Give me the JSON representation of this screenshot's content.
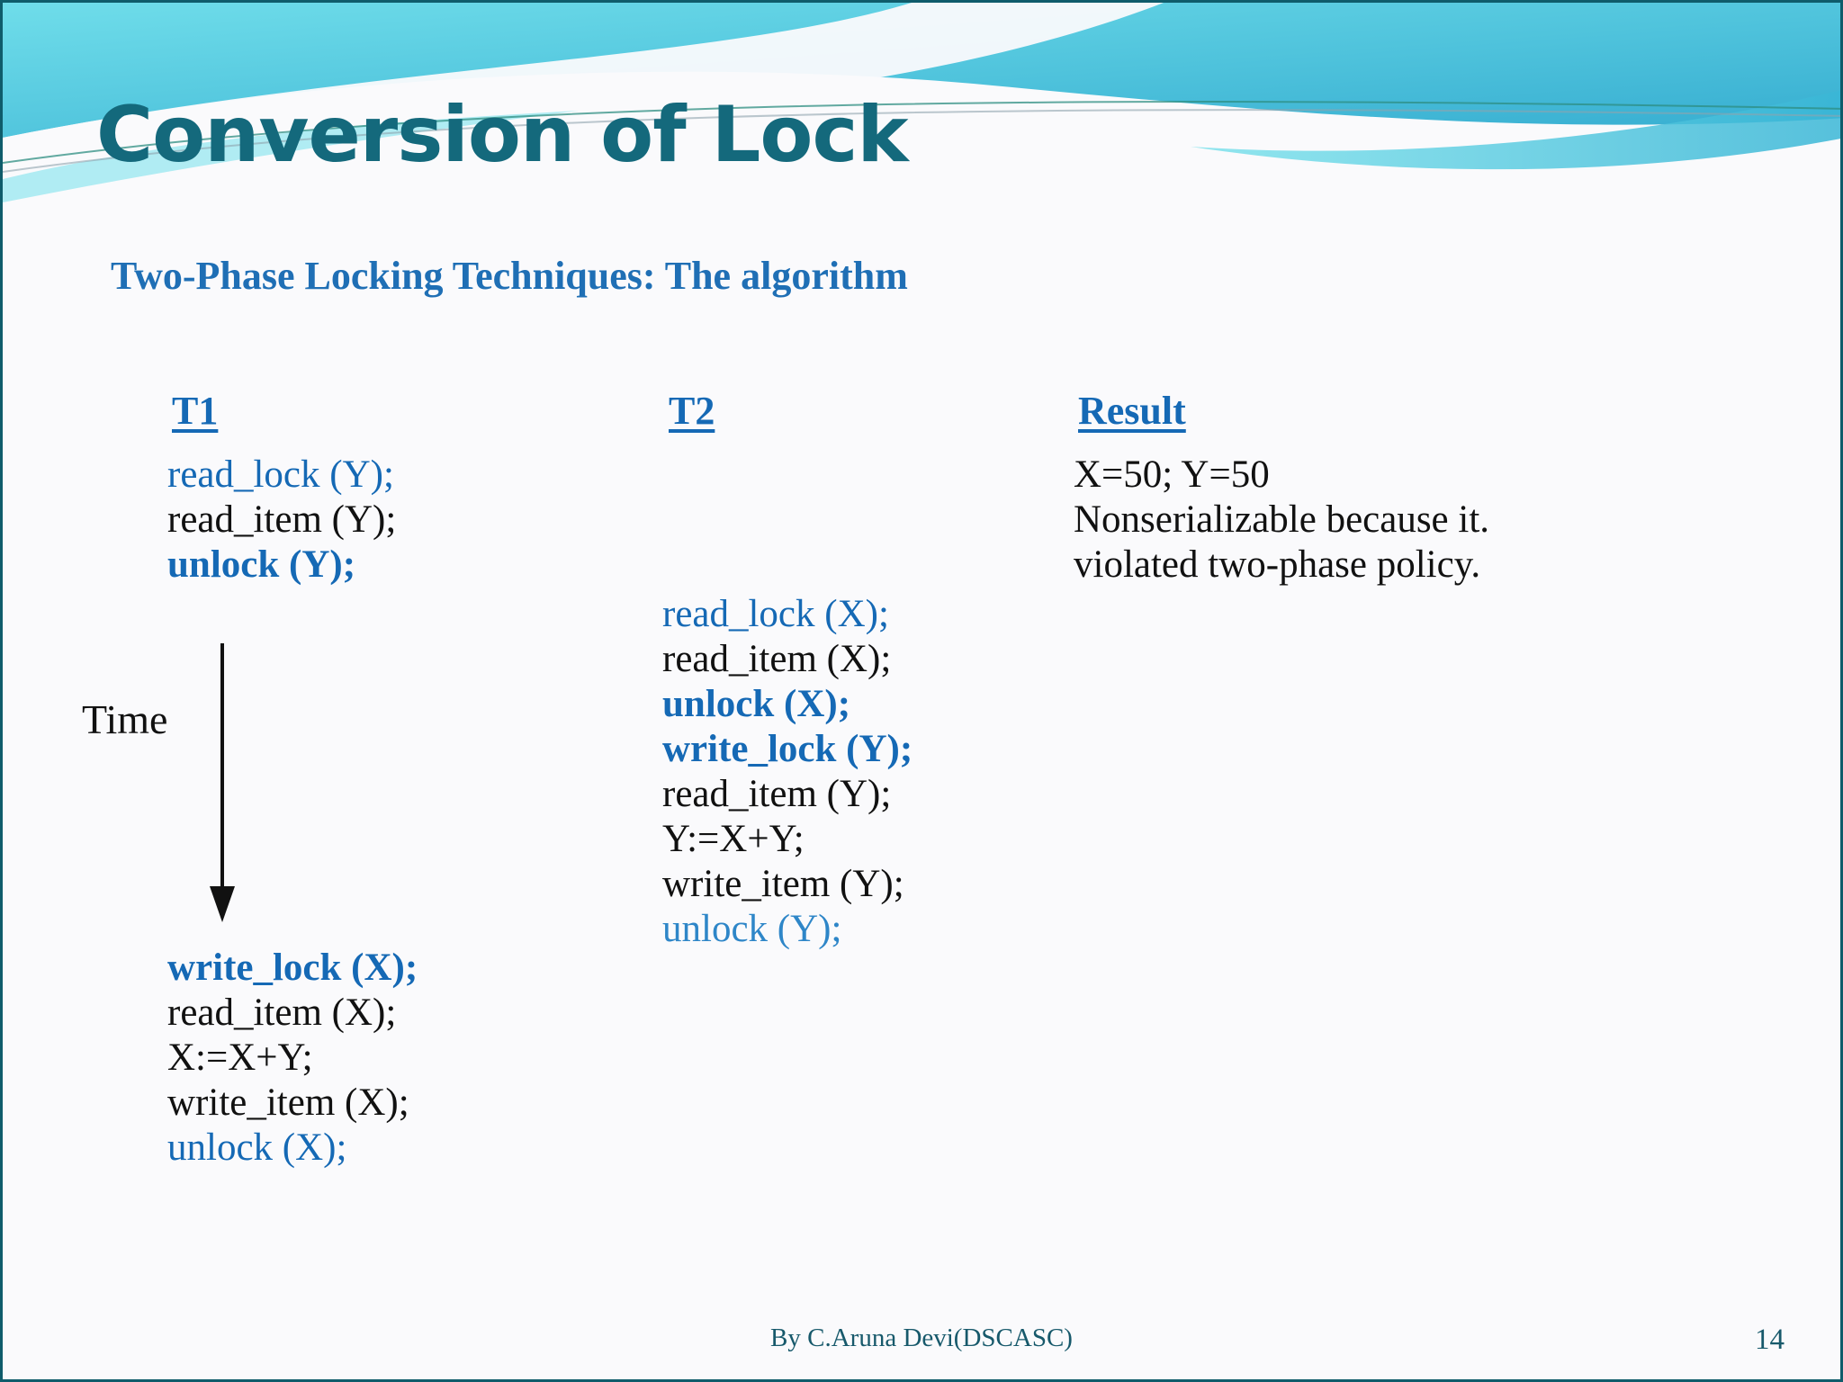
{
  "slide": {
    "title": "Conversion of Lock",
    "subtitle": "Two-Phase Locking Techniques: The algorithm",
    "background_color": "#FAFAFC",
    "title_color": "#14697C",
    "accent_blue": "#1569B5",
    "header_cyan": "#5FD4E4"
  },
  "columns": {
    "t1": {
      "heading": "T1",
      "upper_lines": [
        {
          "text": "read_lock (Y);",
          "style": "blue"
        },
        {
          "text": "read_item (Y);",
          "style": "black"
        },
        {
          "text": "unlock (Y);",
          "style": "blue-bold"
        }
      ],
      "lower_lines": [
        {
          "text": "write_lock (X);",
          "style": "blue-bold"
        },
        {
          "text": "read_item (X);",
          "style": "black"
        },
        {
          "text": "X:=X+Y;",
          "style": "black"
        },
        {
          "text": "write_item (X);",
          "style": "black"
        },
        {
          "text": "unlock (X);",
          "style": "blue"
        }
      ]
    },
    "t2": {
      "heading": "T2",
      "lines": [
        {
          "text": "read_lock (X);",
          "style": "blue"
        },
        {
          "text": "read_item (X);",
          "style": "black"
        },
        {
          "text": "unlock (X);",
          "style": "blue-bold"
        },
        {
          "text": "write_lock (Y);",
          "style": "blue-bold"
        },
        {
          "text": "read_item (Y);",
          "style": "black"
        },
        {
          "text": "Y:=X+Y;",
          "style": "black"
        },
        {
          "text": "write_item (Y);",
          "style": "black"
        },
        {
          "text": "unlock (Y);",
          "style": "blue-lite"
        }
      ]
    },
    "result": {
      "heading": "Result",
      "lines": [
        {
          "text": "X=50; Y=50",
          "style": "black"
        },
        {
          "text": "Nonserializable because it.",
          "style": "black"
        },
        {
          "text": "violated two-phase policy.",
          "style": "black"
        }
      ]
    }
  },
  "time_axis": {
    "label": "Time",
    "direction": "downward-arrow"
  },
  "footer": {
    "credit": "By C.Aruna Devi(DSCASC)",
    "page_number": "14"
  }
}
